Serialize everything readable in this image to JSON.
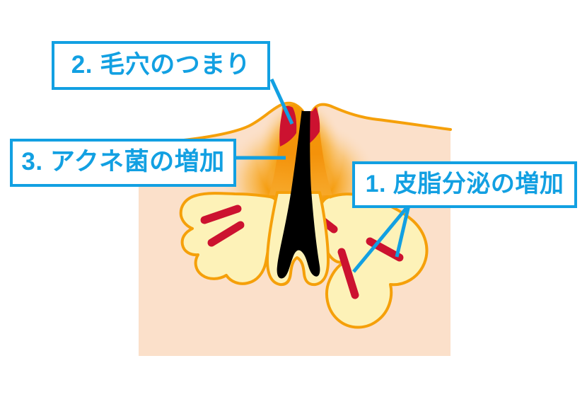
{
  "diagram": {
    "title": "Acne formation cross-section diagram",
    "background_color": "#ffffff",
    "skin_color": "#FBE0CA",
    "gland_fill_color": "#FDF2B8",
    "gland_outline_color": "#F5A00A",
    "hair_color": "#000000",
    "inflammation_color": "#CC1230",
    "sebum_glow_color": "#F59A06",
    "callout_border_color": "#12A0E2",
    "callout_text_color": "#12A0E2",
    "callout_fill_color": "#FFFFFF"
  },
  "callouts": [
    {
      "id": "callout-1",
      "number": "1.",
      "label": "1. 皮脂分泌の増加",
      "meaning": "increase-in-sebum-secretion",
      "points_to": "sebaceous-gland-right"
    },
    {
      "id": "callout-2",
      "number": "2.",
      "label": "2. 毛穴のつまり",
      "meaning": "clogged-pore",
      "points_to": "pore-opening"
    },
    {
      "id": "callout-3",
      "number": "3.",
      "label": "3. アクネ菌の増加",
      "meaning": "increase-in-acne-bacteria",
      "points_to": "follicle-canal"
    }
  ],
  "anatomy": {
    "skin_block": "skin-cross-section",
    "hair_shaft": "hair-shaft",
    "follicle": "hair-follicle",
    "pore_bump": "raised-pore-bump",
    "inflammation_left": "inflamed-tissue-left",
    "inflammation_right": "inflamed-tissue-right",
    "gland_left": "sebaceous-gland-left",
    "gland_right": "sebaceous-gland-right",
    "sebum_glow": "sebum-accumulation-glow",
    "dashes_left_count": 2,
    "dashes_right_count": 3
  }
}
